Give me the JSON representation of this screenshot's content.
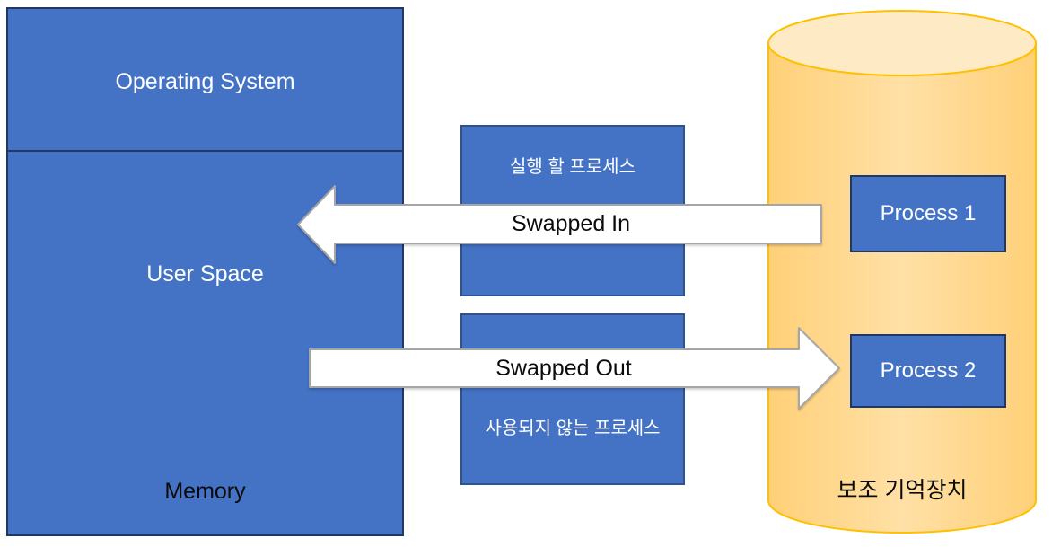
{
  "memory_block": {
    "os_label": "Operating System",
    "user_space_label": "User Space",
    "memory_label": "Memory"
  },
  "swap_boxes": {
    "run_process_label": "실행 할 프로세스",
    "unused_process_label": "사용되지 않는 프로세스"
  },
  "arrows": {
    "swapped_in_label": "Swapped In",
    "swapped_out_label": "Swapped Out"
  },
  "secondary_storage": {
    "process1_label": "Process 1",
    "process2_label": "Process 2",
    "label": "보조 기억장치"
  },
  "colors": {
    "box-fill": "#4472c4",
    "box-border": "#2f528f",
    "box-border-dark": "#1f3864",
    "cyl-border": "#ffc000",
    "cyl-mid": "#ffe0a6",
    "cyl-edge": "#ffd078",
    "cyl-top": "#ffeac6",
    "arrow-fill": "#ffffff",
    "arrow-border": "#a6a6a6",
    "text-light": "#ffffff",
    "text-dark": "#0b0b0b"
  }
}
